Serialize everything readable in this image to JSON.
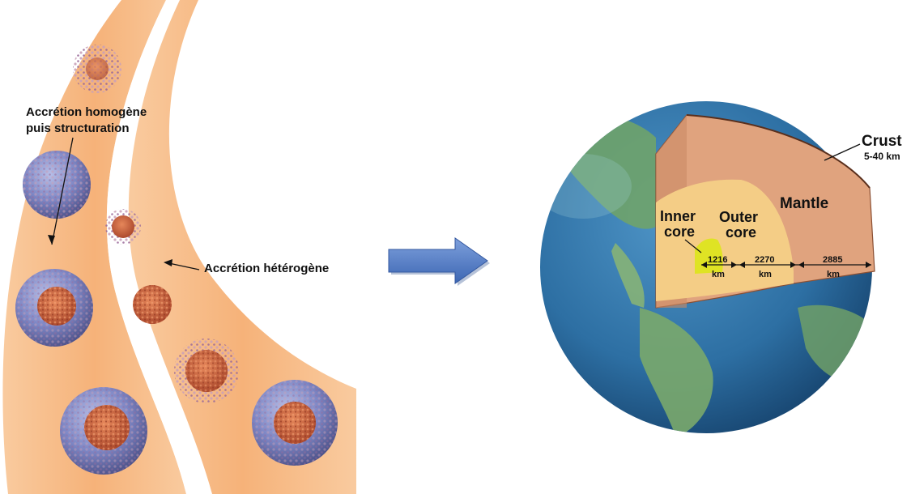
{
  "accretion": {
    "homogeneous_label_line1": "Accrétion homogène",
    "homogeneous_label_line2": "puis structuration",
    "heterogeneous_label": "Accrétion hétérogène"
  },
  "earth": {
    "crust_label": "Crust",
    "crust_range": "5-40 km",
    "mantle_label": "Mantle",
    "outer_core_line1": "Outer",
    "outer_core_line2": "core",
    "inner_core_line1": "Inner",
    "inner_core_line2": "core",
    "inner_core_thickness": "1216",
    "outer_core_thickness": "2270",
    "mantle_thickness": "2885",
    "unit": "km"
  },
  "colors": {
    "band": "#f7b77c",
    "arrow": "#4f79c8",
    "mantle": "#e0a37e",
    "outer_core": "#f4cd86",
    "inner_core": "#dfe324",
    "ocean": "#2d6fa3"
  }
}
